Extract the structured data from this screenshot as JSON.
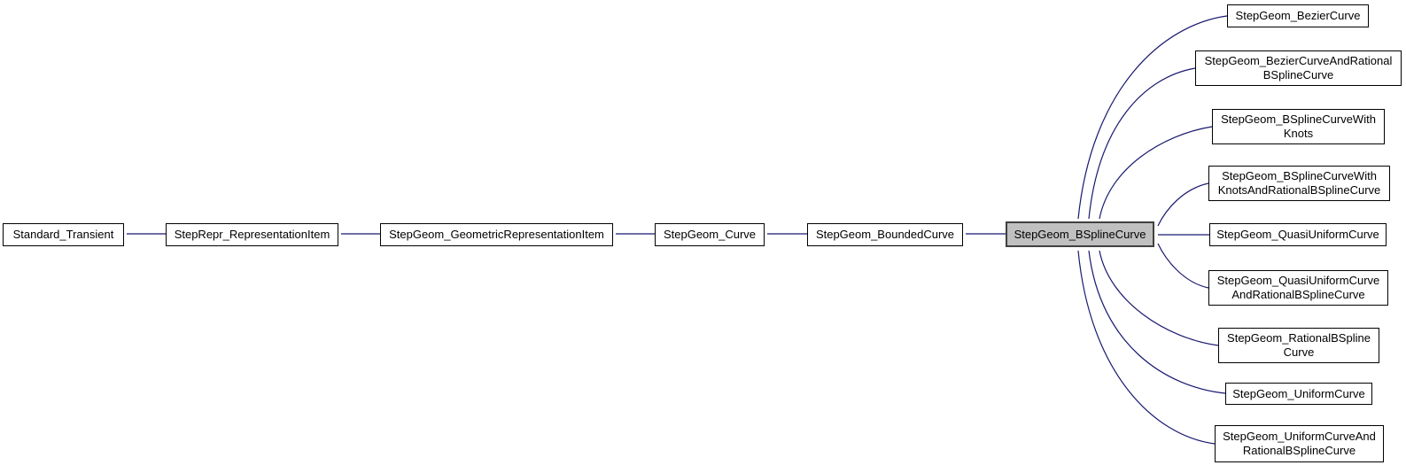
{
  "diagram": {
    "type": "inheritance-graph",
    "selected_class": "StepGeom_BSplineCurve",
    "colors": {
      "edge": "#191970",
      "box_border": "#000000",
      "box_fill": "#ffffff",
      "selected_box_fill": "#c0c0c0",
      "selected_box_border": "#404040",
      "text": "#000000"
    },
    "base_chain": [
      {
        "label": "Standard_Transient"
      },
      {
        "label": "StepRepr_RepresentationItem"
      },
      {
        "label": "StepGeom_GeometricRepresentationItem"
      },
      {
        "label": "StepGeom_Curve"
      },
      {
        "label": "StepGeom_BoundedCurve"
      },
      {
        "label": "StepGeom_BSplineCurve"
      }
    ],
    "derived_classes": [
      {
        "lines": [
          "StepGeom_BezierCurve"
        ]
      },
      {
        "lines": [
          "StepGeom_BezierCurveAndRational",
          "BSplineCurve"
        ]
      },
      {
        "lines": [
          "StepGeom_BSplineCurveWith",
          "Knots"
        ]
      },
      {
        "lines": [
          "StepGeom_BSplineCurveWith",
          "KnotsAndRationalBSplineCurve"
        ]
      },
      {
        "lines": [
          "StepGeom_QuasiUniformCurve"
        ]
      },
      {
        "lines": [
          "StepGeom_QuasiUniformCurve",
          "AndRationalBSplineCurve"
        ]
      },
      {
        "lines": [
          "StepGeom_RationalBSpline",
          "Curve"
        ]
      },
      {
        "lines": [
          "StepGeom_UniformCurve"
        ]
      },
      {
        "lines": [
          "StepGeom_UniformCurveAnd",
          "RationalBSplineCurve"
        ]
      }
    ]
  }
}
